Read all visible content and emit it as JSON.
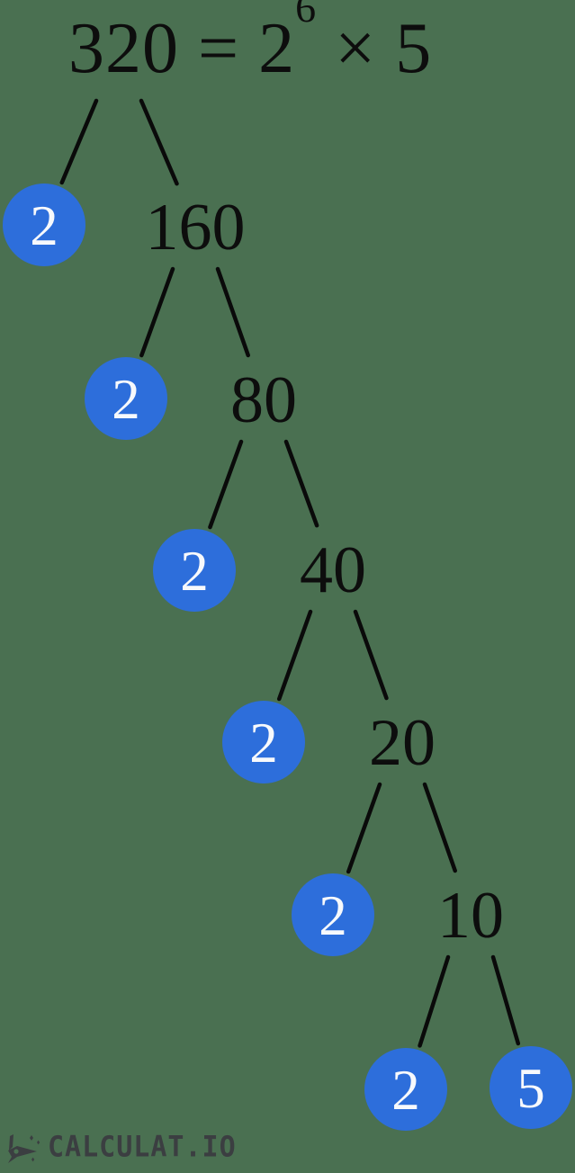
{
  "title": {
    "base": "320 = 2",
    "exponent": "6",
    "suffix": " × 5"
  },
  "tree": {
    "root": "320",
    "steps": [
      {
        "composite": "320",
        "prime": "2",
        "quotient": "160"
      },
      {
        "composite": "160",
        "prime": "2",
        "quotient": "80"
      },
      {
        "composite": "80",
        "prime": "2",
        "quotient": "40"
      },
      {
        "composite": "40",
        "prime": "2",
        "quotient": "20"
      },
      {
        "composite": "20",
        "prime": "2",
        "quotient": "10"
      },
      {
        "composite": "10",
        "prime": "2",
        "quotient": "5"
      }
    ],
    "prime_factors": [
      "2",
      "2",
      "2",
      "2",
      "2",
      "2",
      "5"
    ]
  },
  "colors": {
    "background": "#4a7051",
    "prime_circle": "#2d6edb",
    "prime_text": "#f7f9fc",
    "line": "#0a0a0a",
    "number": "#0d0d0d",
    "logo": "#3b3e41"
  },
  "logo": {
    "text": "CALCULAT.IO",
    "icon": "rocket-icon"
  }
}
